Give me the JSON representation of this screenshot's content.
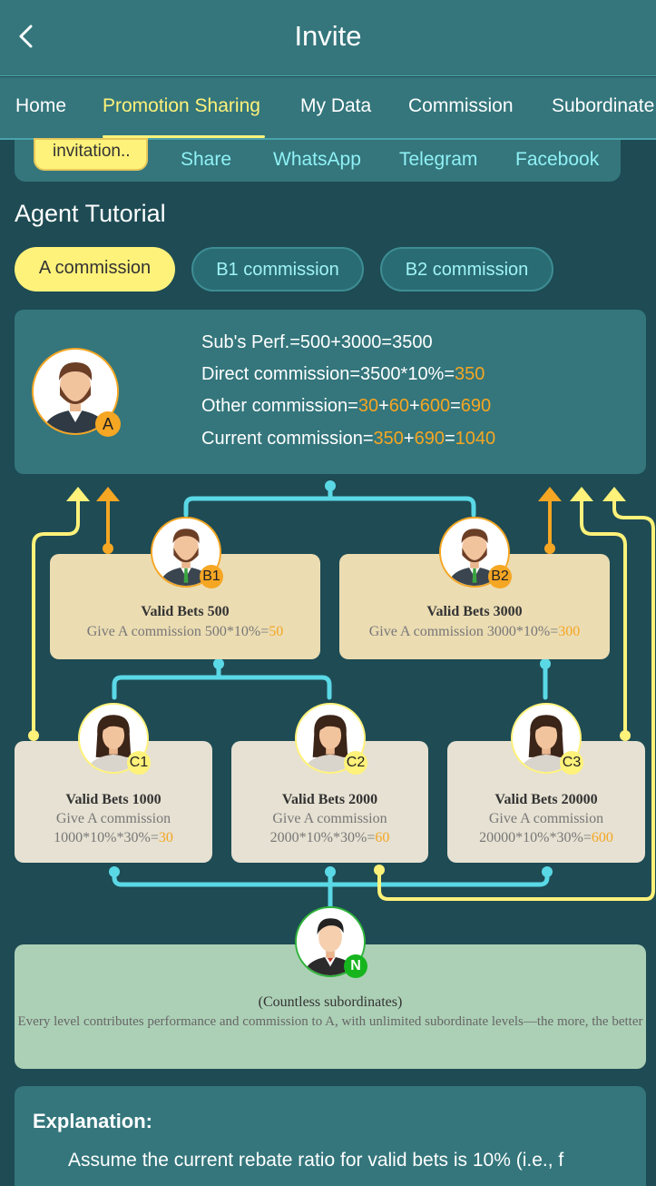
{
  "header": {
    "title": "Invite"
  },
  "tabs": [
    {
      "label": "Home"
    },
    {
      "label": "Promotion Sharing"
    },
    {
      "label": "My Data"
    },
    {
      "label": "Commission"
    },
    {
      "label": "Subordinate"
    }
  ],
  "share": {
    "pill": "invitation..",
    "links": [
      "Share",
      "WhatsApp",
      "Telegram",
      "Facebook"
    ]
  },
  "tutorial": {
    "title": "Agent Tutorial",
    "commission_tabs": [
      "A commission",
      "B1 commission",
      "B2 commission"
    ]
  },
  "summary": {
    "line1": "Sub's Perf.=500+3000=3500",
    "line2_text": "Direct commission=3500*10%=",
    "line2_value": "350",
    "line3_text": "Other commission=",
    "line3_v1": "30",
    "line3_v2": "60",
    "line3_v3": "600",
    "line3_v4": "690",
    "line4_text": "Current commission=",
    "line4_v1": "350",
    "line4_v2": "690",
    "line4_v3": "1040",
    "plus": "+",
    "equals": "=",
    "avatar_badge": "A"
  },
  "level_b": [
    {
      "badge": "B1",
      "title": "Valid Bets 500",
      "text": "Give A commission 500*10%=",
      "value": "50"
    },
    {
      "badge": "B2",
      "title": "Valid Bets 3000",
      "text": "Give A commission 3000*10%=",
      "value": "300"
    }
  ],
  "level_c": [
    {
      "badge": "C1",
      "title": "Valid Bets 1000",
      "line1": "Give A commission",
      "line2": "1000*10%*30%=",
      "value": "30"
    },
    {
      "badge": "C2",
      "title": "Valid Bets 2000",
      "line1": "Give A commission",
      "line2": "2000*10%*30%=",
      "value": "60"
    },
    {
      "badge": "C3",
      "title": "Valid Bets 20000",
      "line1": "Give A commission",
      "line2": "20000*10%*30%=",
      "value": "600"
    }
  ],
  "level_n": {
    "badge": "N",
    "title": "(Countless subordinates)",
    "text": "Every level contributes performance and commission to A, with unlimited subordinate levels—the more, the better"
  },
  "explanation": {
    "heading": "Explanation:",
    "text": "Assume the current rebate ratio for valid bets is 10% (i.e., f"
  },
  "colors": {
    "background": "#1e4b54",
    "panel": "#34767c",
    "accent_yellow": "#fff27a",
    "highlight_orange": "#f5a623",
    "link_cyan": "#8ff1f5",
    "connector_cyan": "#5ad8e6"
  }
}
